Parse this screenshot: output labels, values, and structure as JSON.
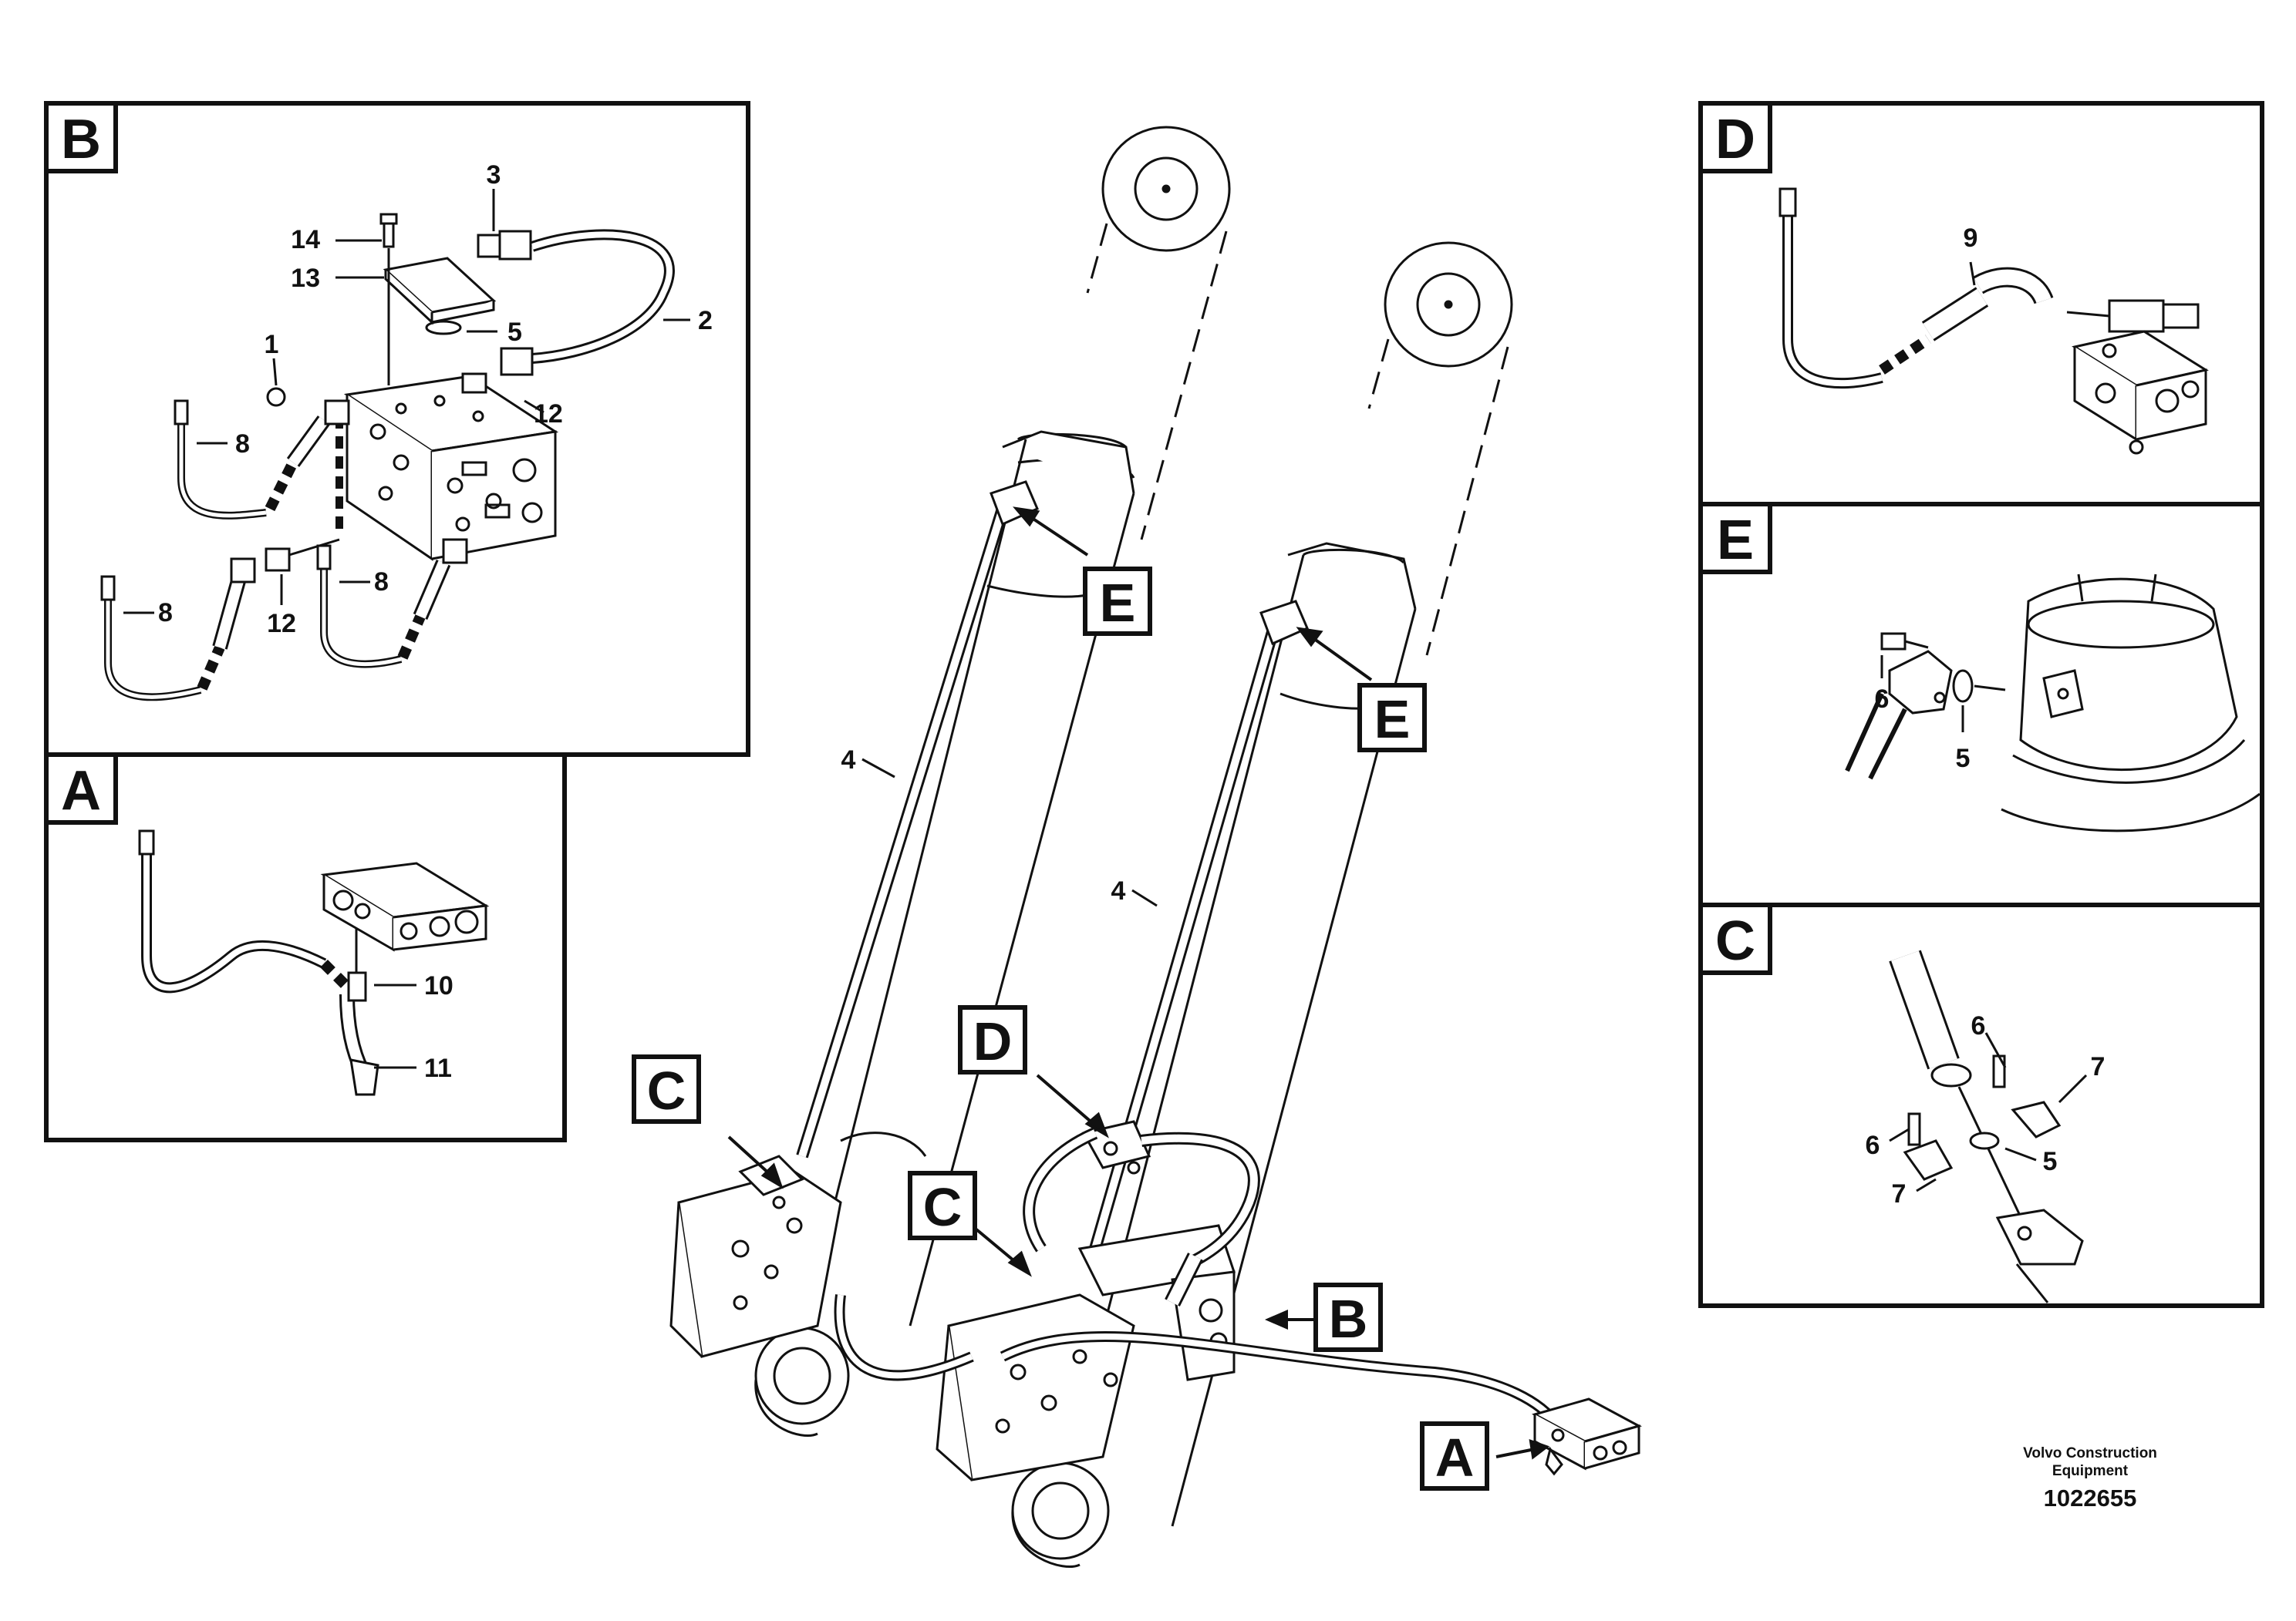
{
  "panels": {
    "B": {
      "label": "B",
      "parts": {
        "p14": "14",
        "p3": "3",
        "p13": "13",
        "p5": "5",
        "p2": "2",
        "p1": "1",
        "p12a": "12",
        "p8a": "8",
        "p8b": "8",
        "p12b": "12",
        "p8c": "8"
      }
    },
    "A": {
      "label": "A",
      "parts": {
        "p10": "10",
        "p11": "11"
      }
    },
    "D": {
      "label": "D",
      "parts": {
        "p9": "9"
      }
    },
    "E": {
      "label": "E",
      "parts": {
        "p6": "6",
        "p5": "5"
      }
    },
    "C": {
      "label": "C",
      "parts": {
        "p6a": "6",
        "p7a": "7",
        "p6b": "6",
        "p5": "5",
        "p7b": "7"
      }
    }
  },
  "main": {
    "callouts": {
      "e1": "E",
      "e2": "E",
      "c1": "C",
      "c2": "C",
      "d": "D",
      "b": "B",
      "a": "A"
    },
    "parts": {
      "p4a": "4",
      "p4b": "4"
    }
  },
  "footer": {
    "company": "Volvo Construction\nEquipment",
    "doc_number": "1022655"
  }
}
